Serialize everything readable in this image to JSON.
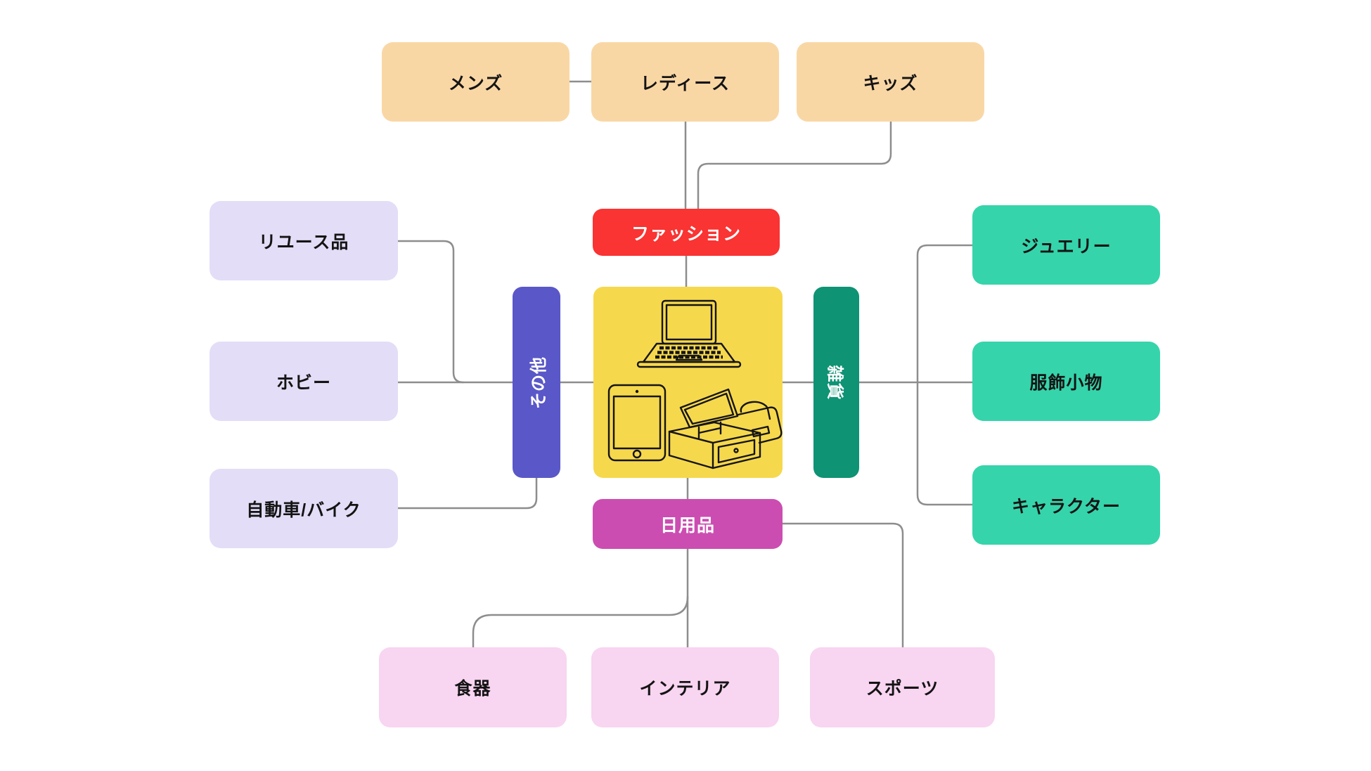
{
  "diagram": {
    "nodes": {
      "mens": {
        "label": "メンズ",
        "color": "#F9D7A5"
      },
      "ladies": {
        "label": "レディース",
        "color": "#F9D7A5"
      },
      "kids": {
        "label": "キッズ",
        "color": "#F9D7A5"
      },
      "fashion": {
        "label": "ファッション",
        "color": "#FA3333"
      },
      "reuse": {
        "label": "リユース品",
        "color": "#E3DDF7"
      },
      "hobby": {
        "label": "ホビー",
        "color": "#E3DDF7"
      },
      "car_bike": {
        "label": "自動車/バイク",
        "color": "#E3DDF7"
      },
      "others": {
        "label": "その他",
        "color": "#5A57C8"
      },
      "zakka": {
        "label": "雑貨",
        "color": "#0E9374"
      },
      "jewelry": {
        "label": "ジュエリー",
        "color": "#36D4AB"
      },
      "accessories": {
        "label": "服飾小物",
        "color": "#36D4AB"
      },
      "character": {
        "label": "キャラクター",
        "color": "#36D4AB"
      },
      "daily_goods": {
        "label": "日用品",
        "color": "#CC4DB1"
      },
      "tableware": {
        "label": "食器",
        "color": "#F8D5F1"
      },
      "interior": {
        "label": "インテリア",
        "color": "#F8D5F1"
      },
      "sports": {
        "label": "スポーツ",
        "color": "#F8D5F1"
      }
    },
    "center_box": {
      "color": "#F6D84D",
      "icons": [
        "laptop-icon",
        "tablet-icon",
        "pos-register-icon"
      ]
    },
    "connector_color": "#8D8D8D",
    "background": "#FFFFFF"
  }
}
